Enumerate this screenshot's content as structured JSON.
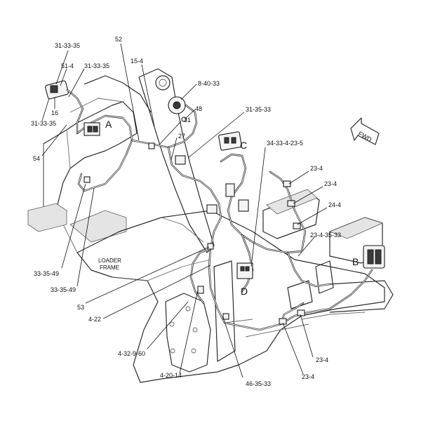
{
  "callouts": {
    "c_31_33_35_top": "31-33-35",
    "c_51_4": "51-4",
    "c_31_33_35_mid": "31-33-35",
    "c_16": "16",
    "c_31_33_35_left": "31-33-35",
    "c_54": "54",
    "c_52": "52",
    "c_15_4": "15-4",
    "c_8_40_33": "8-40-33",
    "c_48": "48",
    "c_31": "31",
    "c_31_35_33": "31-35-33",
    "c_27": "27",
    "c_34_33_4_23_5": "34-33-4-23-5",
    "c_23_4_a": "23-4",
    "c_23_4_b": "23-4",
    "c_24_4": "24-4",
    "c_23_4_35_33": "23-4-35-33",
    "c_33_35_49_a": "33-35-49",
    "c_33_35_49_b": "33-35-49",
    "c_53": "53",
    "c_4_22": "4-22",
    "c_4_32_9_60": "4-32-9-60",
    "c_4_20_14": "4-20-14",
    "c_46_35_33": "46-35-33",
    "c_23_4_c": "23-4",
    "c_23_4_d": "23-4"
  },
  "zones": {
    "a": "A",
    "b": "B",
    "c": "C",
    "d": "D"
  },
  "labels": {
    "loader_frame_line1": "LOADER",
    "loader_frame_line2": "FRAME",
    "fwd": "FWD"
  }
}
